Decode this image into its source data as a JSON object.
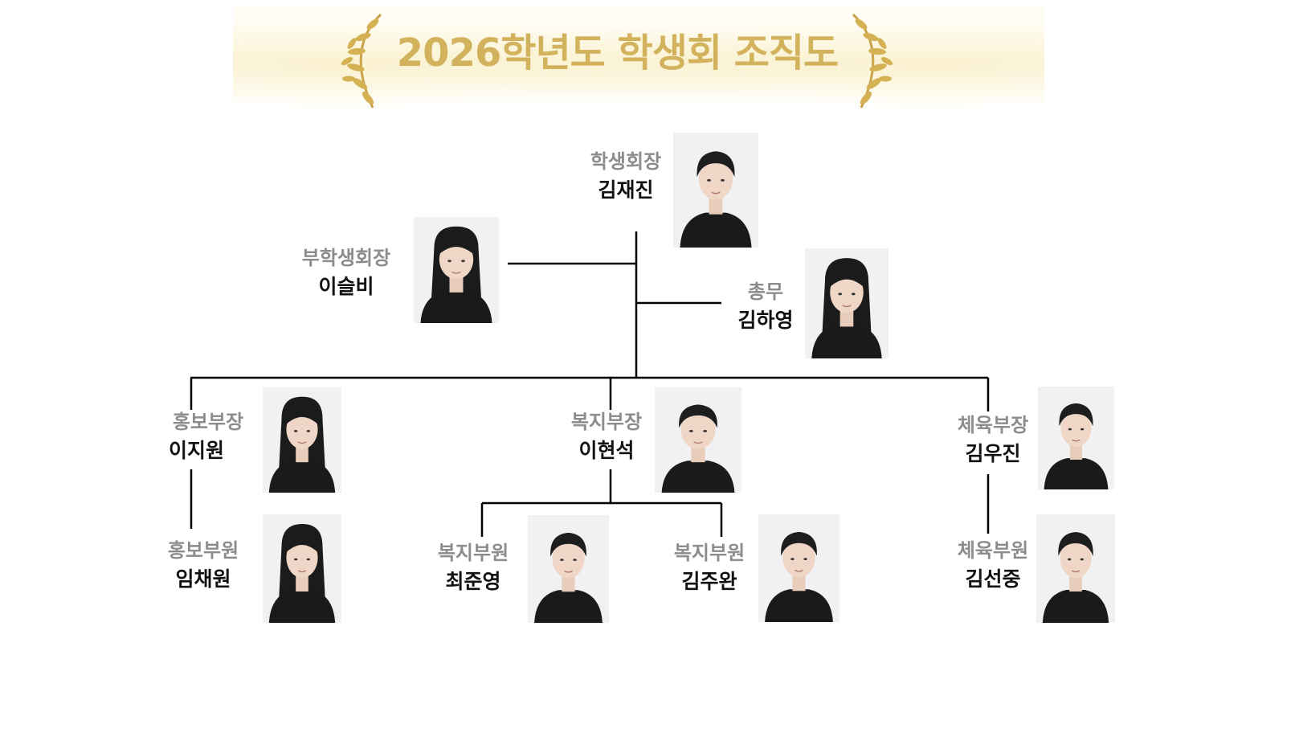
{
  "title": "2026학년도 학생회 조직도",
  "colors": {
    "title": "#d2b25c",
    "role": "#8c8c8c",
    "name": "#111111",
    "line": "#000000"
  },
  "members": {
    "president": {
      "role": "학생회장",
      "name": "김재진",
      "hair": "short"
    },
    "vice_president": {
      "role": "부학생회장",
      "name": "이슬비",
      "hair": "long"
    },
    "secretary": {
      "role": "총무",
      "name": "김하영",
      "hair": "long"
    },
    "pr_head": {
      "role": "홍보부장",
      "name": "이지원",
      "hair": "long"
    },
    "welfare_head": {
      "role": "복지부장",
      "name": "이현석",
      "hair": "short"
    },
    "sports_head": {
      "role": "체육부장",
      "name": "김우진",
      "hair": "short"
    },
    "pr_member": {
      "role": "홍보부원",
      "name": "임채원",
      "hair": "long"
    },
    "welfare_member_1": {
      "role": "복지부원",
      "name": "최준영",
      "hair": "short"
    },
    "welfare_member_2": {
      "role": "복지부원",
      "name": "김주완",
      "hair": "short"
    },
    "sports_member": {
      "role": "체육부원",
      "name": "김선중",
      "hair": "short"
    }
  }
}
